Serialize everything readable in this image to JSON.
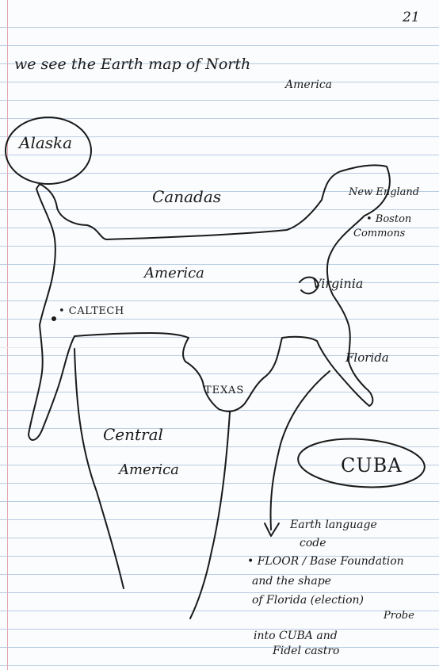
{
  "page_number": "21",
  "title": {
    "line1": "we see the Earth map of North",
    "line2": "America"
  },
  "map_labels": {
    "alaska": "Alaska",
    "canada": "Canadas",
    "new_england": "New England",
    "boston": "• Boston",
    "commons": "Commons",
    "america": "America",
    "virginia": "Virginia",
    "caltech": "• CALTECH",
    "florida": "Florida",
    "texas": "TEXAS",
    "central_line1": "Central",
    "central_line2": "America",
    "cuba": "CUBA"
  },
  "notes": [
    "Earth language",
    "code",
    "• FLOOR / Base Foundation",
    "and the shape",
    "of Florida (election)",
    "Probe",
    "into CUBA and",
    "Fidel castro"
  ],
  "colors": {
    "ink": "#1a1a1a",
    "rule_lines": "#b9cde3",
    "margin_line": "#e3a8b3",
    "paper": "#fbfcfd"
  }
}
